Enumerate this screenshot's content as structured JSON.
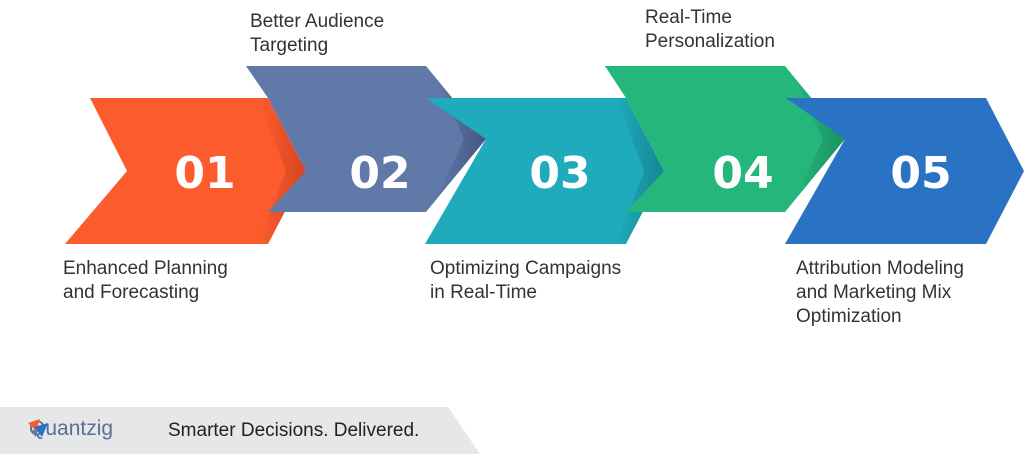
{
  "steps": [
    {
      "number": "01",
      "label": "Enhanced Planning and Forecasting",
      "color": "#fc5c2d"
    },
    {
      "number": "02",
      "label": "Better Audience Targeting",
      "color": "#6179a8"
    },
    {
      "number": "03",
      "label": "Optimizing Campaigns in Real-Time",
      "color": "#1fabbb"
    },
    {
      "number": "04",
      "label": "Real-Time Personalization",
      "color": "#25b67c"
    },
    {
      "number": "05",
      "label": "Attribution Modeling and Marketing Mix Optimization",
      "color": "#2a73c4"
    }
  ],
  "footer": {
    "brand": "Quantzig",
    "tagline": "Smarter Decisions. Delivered."
  }
}
